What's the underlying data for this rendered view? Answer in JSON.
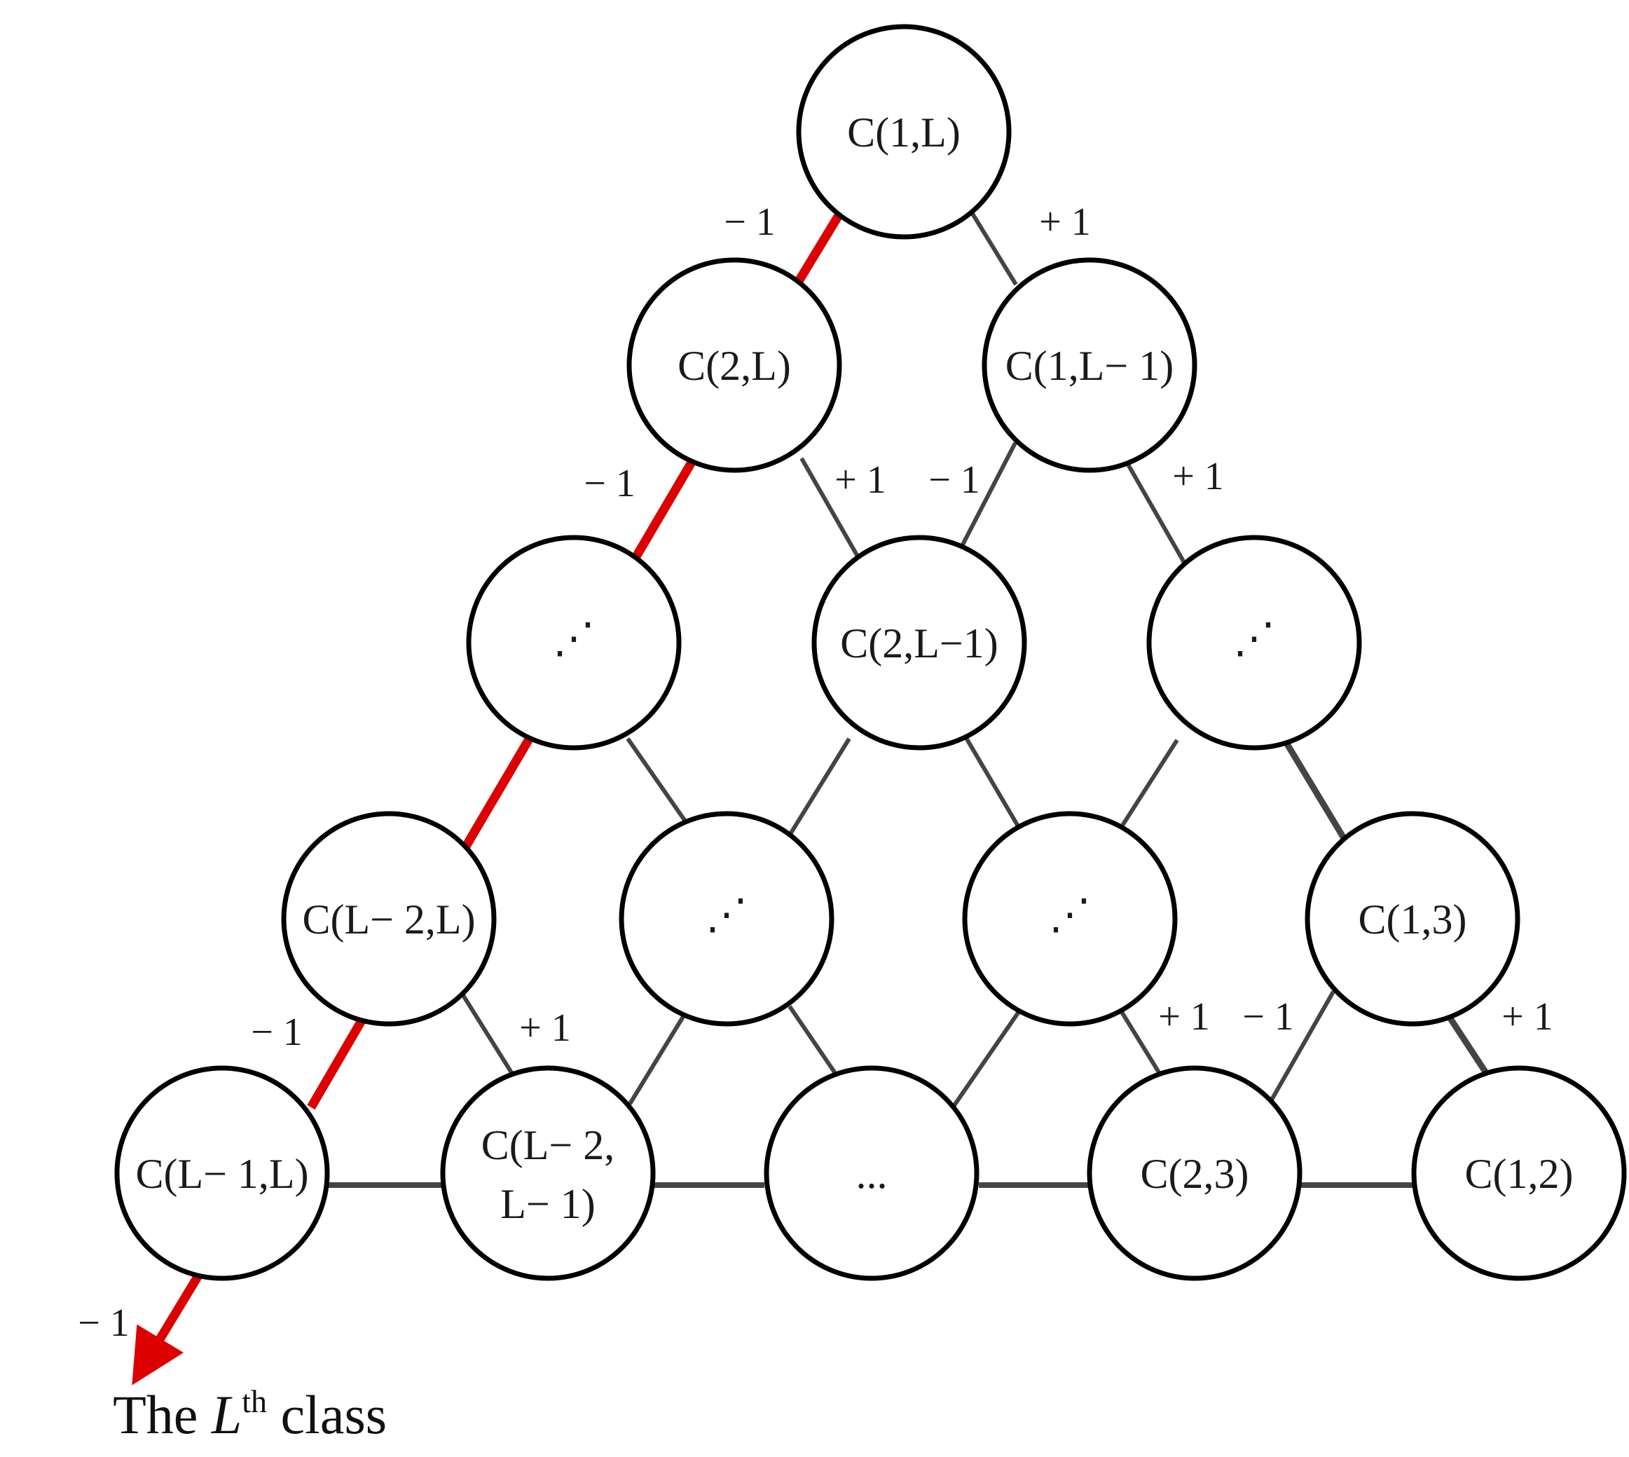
{
  "diagram": {
    "nodes": {
      "c_1_L": "C(1,L)",
      "c_2_L": "C(2,L)",
      "c_1_Lm1": "C(1,L− 1)",
      "row3_left": "⋰",
      "c_2_Lm1": "C(2,L−1)",
      "row3_right": "⋰",
      "c_Lm2_L": "C(L− 2,L)",
      "row4_mid_left": "⋰",
      "row4_mid_right": "⋰",
      "c_1_3": "C(1,3)",
      "c_Lm1_L": "C(L− 1,L)",
      "c_Lm2_Lm1_line1": "C(L− 2,",
      "c_Lm2_Lm1_line2": "L− 1)",
      "bottom_ellipsis": "...",
      "c_2_3": "C(2,3)",
      "c_1_2": "C(1,2)"
    },
    "edge_labels": {
      "minus_one": "− 1",
      "plus_one": "+ 1"
    },
    "caption": {
      "prefix": "The ",
      "italic": "L",
      "superscript": "th",
      "suffix": " class"
    },
    "colors": {
      "highlight_path": "#dd0000",
      "edges": "#444444",
      "node_stroke": "#000000"
    }
  }
}
